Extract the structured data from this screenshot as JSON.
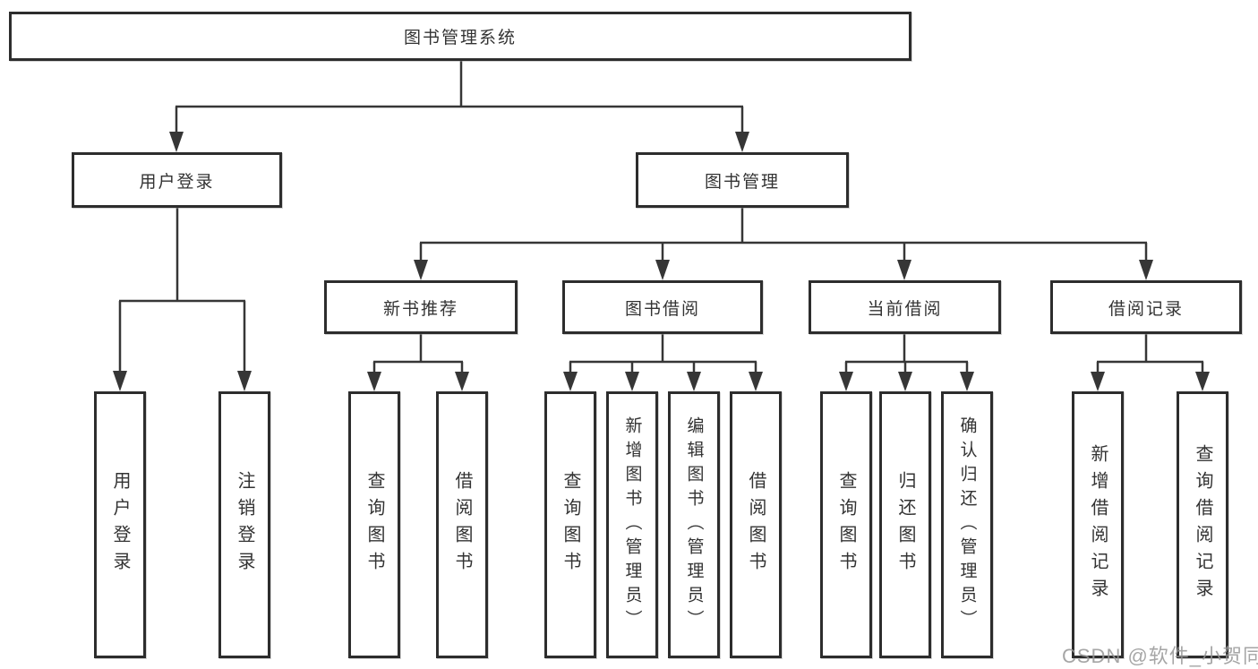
{
  "tree": {
    "root": "图书管理系统",
    "branches": [
      {
        "label": "用户登录",
        "children": [
          "用户登录",
          "注销登录"
        ]
      },
      {
        "label": "图书管理",
        "groups": [
          {
            "label": "新书推荐",
            "children": [
              "查询图书",
              "借阅图书"
            ]
          },
          {
            "label": "图书借阅",
            "children": [
              "查询图书",
              "新增图书（管理员）",
              "编辑图书（管理员）",
              "借阅图书"
            ]
          },
          {
            "label": "当前借阅",
            "children": [
              "查询图书",
              "归还图书",
              "确认归还（管理员）"
            ]
          },
          {
            "label": "借阅记录",
            "children": [
              "新增借阅记录",
              "查询借阅记录"
            ]
          }
        ]
      }
    ]
  },
  "colors": {
    "line": "#363636",
    "border": "#2d2d2d",
    "text": "#333333",
    "watermark": "#969696"
  },
  "watermark": "CSDN @软件_小贺同学"
}
